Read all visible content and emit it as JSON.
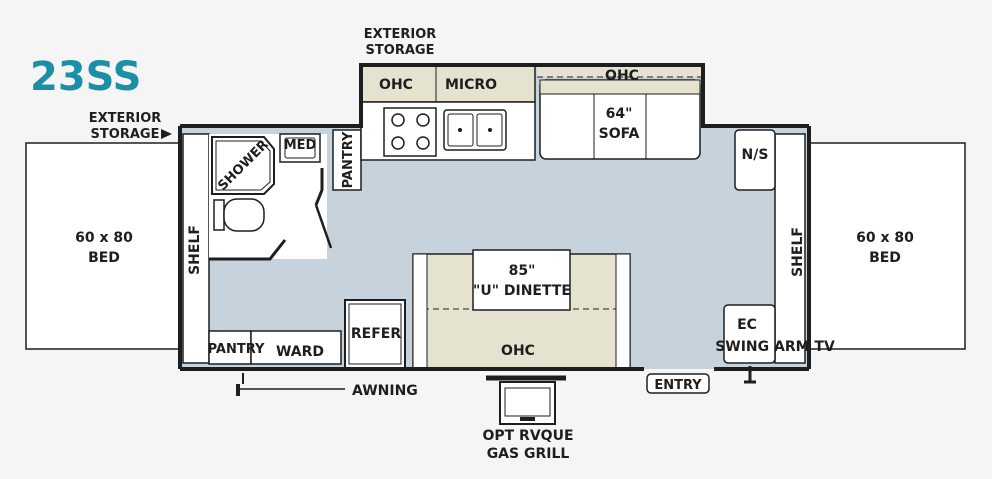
{
  "model": "23SS",
  "labels": {
    "exterior_storage_top_1": "EXTERIOR",
    "exterior_storage_top_2": "STORAGE",
    "exterior_storage_left_1": "EXTERIOR",
    "exterior_storage_left_2": "STORAGE",
    "ohc_left": "OHC",
    "micro": "MICRO",
    "ohc_top": "OHC",
    "sofa_1": "64\"",
    "sofa_2": "SOFA",
    "shower": "SHOWER",
    "med": "MED",
    "pantry_upper": "PANTRY",
    "ns": "N/S",
    "bed_left_1": "60 x 80",
    "bed_left_2": "BED",
    "bed_right_1": "60 x 80",
    "bed_right_2": "BED",
    "shelf_left": "SHELF",
    "shelf_right": "SHELF",
    "dinette_1": "85\"",
    "dinette_2": "\"U\" DINETTE",
    "refer": "REFER",
    "pantry_lower": "PANTRY",
    "ward": "WARD",
    "ohc_dinette": "OHC",
    "ec": "EC",
    "swing_arm_tv": "SWING ARM TV",
    "awning": "AWNING",
    "entry": "ENTRY",
    "grill_1": "OPT RVQUE",
    "grill_2": "GAS GRILL"
  },
  "colors": {
    "model_text": "#1b8fa6",
    "floor": "#c7d3dc",
    "cabinet": "#e6e2d0",
    "wall": "#1e1e1e",
    "bed": "#ffffff",
    "background": "#f4f5f4"
  }
}
